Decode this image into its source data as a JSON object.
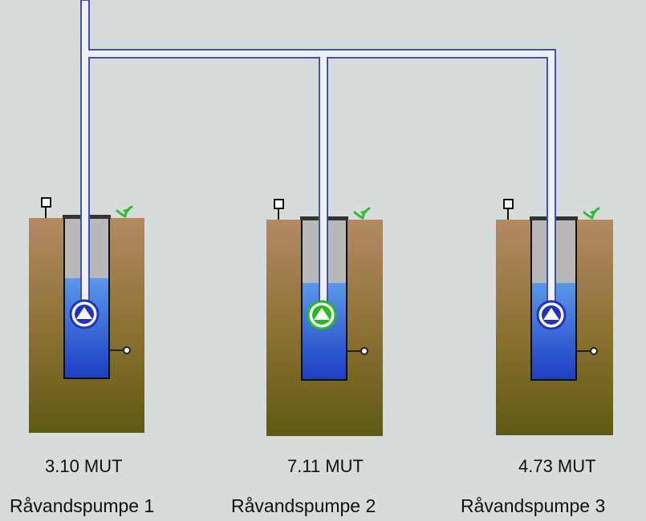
{
  "colors": {
    "background": "#d6dcdb",
    "pipe_fill": "#eef0ff",
    "pipe_outline": "#4650a8",
    "ground_top": "#b38a63",
    "ground_bottom": "#5e5a12",
    "casing_gray": "#b8b8b8",
    "water_top": "#4f8fe8",
    "water_bottom": "#1e42c8",
    "pump_stopped": "#2233bb",
    "pump_running": "#22bb22",
    "plant_green": "#33bb33"
  },
  "wells": [
    {
      "id": "pump-1",
      "name": "Råvandspumpe 1",
      "level": "3.10 MUT",
      "level_fraction": 0.62,
      "running": false,
      "pump_icon": "pump-icon"
    },
    {
      "id": "pump-2",
      "name": "Råvandspumpe 2",
      "level": "7.11 MUT",
      "level_fraction": 0.6,
      "running": true,
      "pump_icon": "pump-icon"
    },
    {
      "id": "pump-3",
      "name": "Råvandspumpe 3",
      "level": "4.73 MUT",
      "level_fraction": 0.6,
      "running": false,
      "pump_icon": "pump-icon"
    }
  ]
}
